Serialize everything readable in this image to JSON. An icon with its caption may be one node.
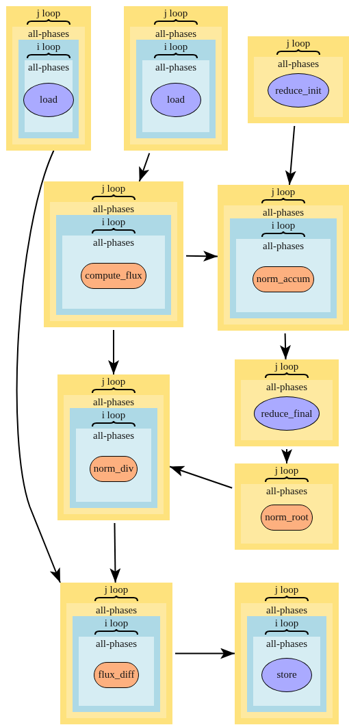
{
  "diagram": {
    "nodes": [
      {
        "text": [
          "j loop"
        ]
      },
      {
        "text": [
          "all-phases"
        ],
        "in": 0
      },
      {
        "text": [
          "i loop"
        ],
        "in": 1
      },
      {
        "text": [
          "all-phases"
        ],
        "in": 2
      },
      {
        "text": [
          "load"
        ],
        "in": 3
      },
      {
        "text": [
          "j loop"
        ]
      },
      {
        "text": [
          "all-phases"
        ],
        "in": 5
      },
      {
        "text": [
          "i loop"
        ],
        "in": 6
      },
      {
        "text": [
          "all-phases"
        ],
        "in": 7
      },
      {
        "text": [
          "load"
        ],
        "in": 8
      },
      {
        "text": [
          "j loop"
        ]
      },
      {
        "text": [
          "all-phases"
        ],
        "in": 10
      },
      {
        "text": [
          "reduce_init"
        ],
        "in": 11
      },
      {
        "text": [
          "j loop"
        ]
      },
      {
        "text": [
          "all-phases"
        ],
        "in": 13
      },
      {
        "text": [
          "i loop"
        ],
        "in": 14
      },
      {
        "text": [
          "all-phases"
        ],
        "in": 15
      },
      {
        "text": [
          "compute_flux"
        ],
        "in": 16
      },
      {
        "text": [
          "j loop"
        ]
      },
      {
        "text": [
          "all-phases"
        ],
        "in": 18
      },
      {
        "text": [
          "i loop"
        ],
        "in": 19
      },
      {
        "text": [
          "all-phases"
        ],
        "in": 20
      },
      {
        "text": [
          "norm_accum"
        ],
        "in": 21
      },
      {
        "text": [
          "j loop"
        ]
      },
      {
        "text": [
          "all-phases"
        ],
        "in": 23
      },
      {
        "text": [
          "reduce_final"
        ],
        "in": 24
      },
      {
        "text": [
          "j loop"
        ]
      },
      {
        "text": [
          "all-phases"
        ],
        "in": 26
      },
      {
        "text": [
          "i loop"
        ],
        "in": 27
      },
      {
        "text": [
          "all-phases"
        ],
        "in": 28
      },
      {
        "text": [
          "norm_div"
        ],
        "in": 29
      },
      {
        "text": [
          "j loop"
        ]
      },
      {
        "text": [
          "all-phases"
        ],
        "in": 31
      },
      {
        "text": [
          "norm_root"
        ],
        "in": 32
      },
      {
        "text": [
          "j loop"
        ]
      },
      {
        "text": [
          "all-phases"
        ],
        "in": 34
      },
      {
        "text": [
          "i loop"
        ],
        "in": 35
      },
      {
        "text": [
          "all-phases"
        ],
        "in": 36
      },
      {
        "text": [
          "flux_diff"
        ],
        "in": 37
      },
      {
        "text": [
          "j loop"
        ]
      },
      {
        "text": [
          "all-phases"
        ],
        "in": 39
      },
      {
        "text": [
          "i loop"
        ],
        "in": 40
      },
      {
        "text": [
          "all-phases"
        ],
        "in": 41
      },
      {
        "text": [
          "store"
        ],
        "in": 42
      }
    ],
    "edges": [
      {
        "from": 0,
        "to": 34,
        "arrow": "to"
      },
      {
        "from": 5,
        "to": 13,
        "arrow": "to"
      },
      {
        "from": 10,
        "to": 18,
        "arrow": "to"
      },
      {
        "from": 13,
        "to": 18,
        "arrow": "to"
      },
      {
        "from": 13,
        "to": 26,
        "arrow": "to"
      },
      {
        "from": 18,
        "to": 23,
        "arrow": "to"
      },
      {
        "from": 23,
        "to": 31,
        "arrow": "to"
      },
      {
        "from": 31,
        "to": 26,
        "arrow": "to"
      },
      {
        "from": 26,
        "to": 34,
        "arrow": "to"
      },
      {
        "from": 34,
        "to": 39,
        "arrow": "to"
      }
    ]
  }
}
